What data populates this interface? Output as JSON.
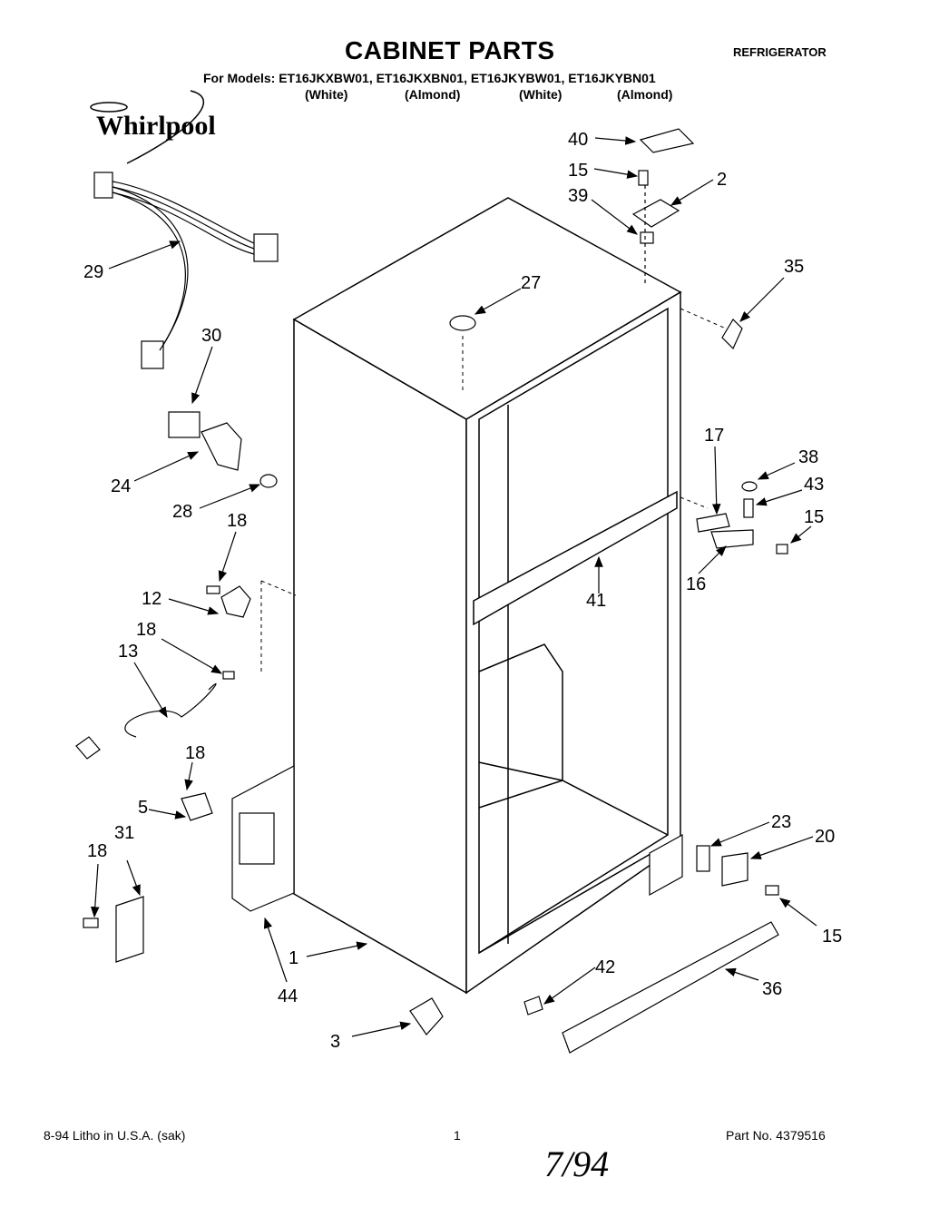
{
  "header": {
    "title": "CABINET PARTS",
    "category": "REFRIGERATOR",
    "models_line": "For Models: ET16JKXBW01, ET16JKXBN01, ET16JKYBW01, ET16JKYBN01",
    "colors": [
      "(White)",
      "(Almond)",
      "(White)",
      "(Almond)"
    ]
  },
  "brand": {
    "logo_text": "Whirlpool"
  },
  "callouts": [
    "40",
    "15",
    "2",
    "39",
    "35",
    "27",
    "29",
    "30",
    "24",
    "28",
    "18",
    "12",
    "18",
    "13",
    "17",
    "38",
    "43",
    "15",
    "16",
    "41",
    "18",
    "5",
    "31",
    "18",
    "23",
    "20",
    "15",
    "1",
    "44",
    "42",
    "36",
    "3"
  ],
  "footer": {
    "date_litho": "8-94  Litho in U.S.A. (sak)",
    "page": "1",
    "part_no": "Part No. 4379516",
    "handwritten": "7/94"
  }
}
